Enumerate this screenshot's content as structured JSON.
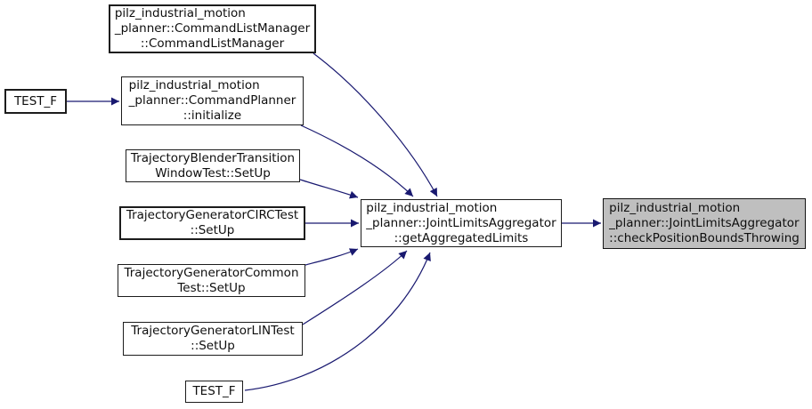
{
  "diagram": {
    "type": "call-graph",
    "colors": {
      "background": "#ffffff",
      "edge": "#191970",
      "node_border": "#1c1c1c",
      "node_fill": "#ffffff",
      "highlight_fill": "#bfbfbf"
    },
    "nodes": [
      {
        "id": "command_list_manager",
        "lines": [
          "pilz_industrial_motion",
          "_planner::CommandListManager",
          "::CommandListManager"
        ]
      },
      {
        "id": "test_f_top",
        "lines": [
          "TEST_F"
        ]
      },
      {
        "id": "command_planner_initialize",
        "lines": [
          "pilz_industrial_motion",
          "_planner::CommandPlanner",
          "::initialize"
        ]
      },
      {
        "id": "trajectory_blender_transition_window_test_setup",
        "lines": [
          "TrajectoryBlenderTransition",
          "WindowTest::SetUp"
        ]
      },
      {
        "id": "trajectory_generator_circ_test_setup",
        "lines": [
          "TrajectoryGeneratorCIRCTest",
          "::SetUp"
        ]
      },
      {
        "id": "trajectory_generator_common_test_setup",
        "lines": [
          "TrajectoryGeneratorCommon",
          "Test::SetUp"
        ]
      },
      {
        "id": "trajectory_generator_lin_test_setup",
        "lines": [
          "TrajectoryGeneratorLINTest",
          "::SetUp"
        ]
      },
      {
        "id": "test_f_bottom",
        "lines": [
          "TEST_F"
        ]
      },
      {
        "id": "get_aggregated_limits",
        "lines": [
          "pilz_industrial_motion",
          "_planner::JointLimitsAggregator",
          "::getAggregatedLimits"
        ]
      },
      {
        "id": "check_position_bounds_throwing",
        "highlighted": true,
        "lines": [
          "pilz_industrial_motion",
          "_planner::JointLimitsAggregator",
          "::checkPositionBoundsThrowing"
        ]
      }
    ],
    "edges": [
      {
        "from": "command_list_manager",
        "to": "get_aggregated_limits"
      },
      {
        "from": "test_f_top",
        "to": "command_planner_initialize"
      },
      {
        "from": "command_planner_initialize",
        "to": "get_aggregated_limits"
      },
      {
        "from": "trajectory_blender_transition_window_test_setup",
        "to": "get_aggregated_limits"
      },
      {
        "from": "trajectory_generator_circ_test_setup",
        "to": "get_aggregated_limits"
      },
      {
        "from": "trajectory_generator_common_test_setup",
        "to": "get_aggregated_limits"
      },
      {
        "from": "trajectory_generator_lin_test_setup",
        "to": "get_aggregated_limits"
      },
      {
        "from": "test_f_bottom",
        "to": "get_aggregated_limits"
      },
      {
        "from": "get_aggregated_limits",
        "to": "check_position_bounds_throwing"
      }
    ]
  }
}
